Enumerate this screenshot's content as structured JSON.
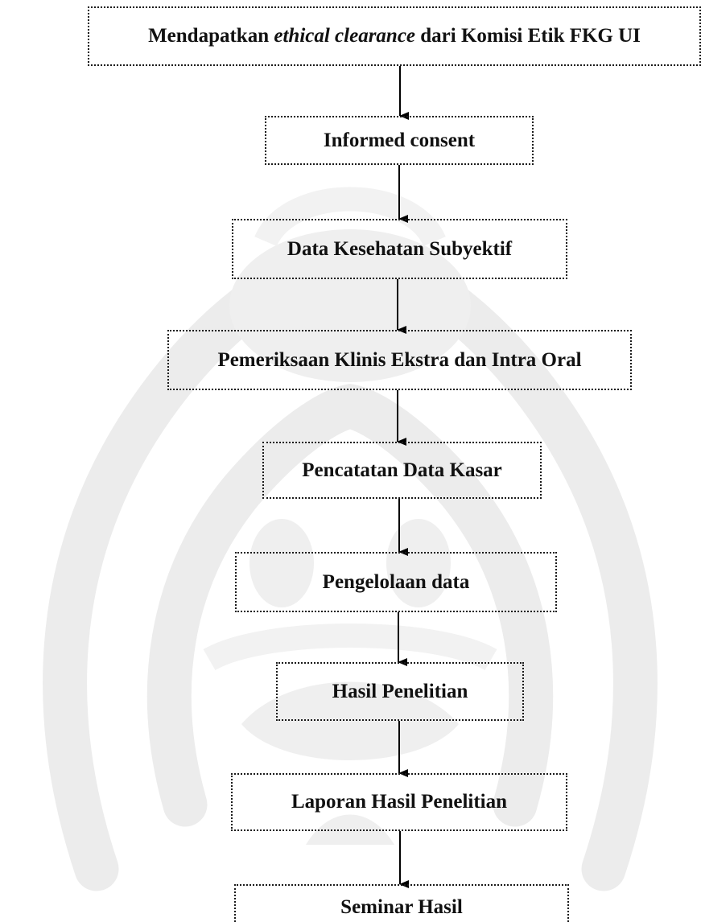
{
  "flowchart": {
    "steps": [
      {
        "text_before": "Mendapatkan ",
        "text_italic": "ethical clearance",
        "text_after": " dari Komisi Etik FKG UI"
      },
      {
        "text": "Informed consent"
      },
      {
        "text": "Data Kesehatan Subyektif"
      },
      {
        "text": "Pemeriksaan Klinis Ekstra dan Intra Oral"
      },
      {
        "text": "Pencatatan Data Kasar"
      },
      {
        "text": "Pengelolaan data"
      },
      {
        "text": "Hasil Penelitian"
      },
      {
        "text": "Laporan Hasil Penelitian"
      },
      {
        "text": "Seminar Hasil"
      }
    ]
  },
  "colors": {
    "border": "#1a1a1a",
    "arrow": "#000000",
    "watermark": "#ececec"
  }
}
